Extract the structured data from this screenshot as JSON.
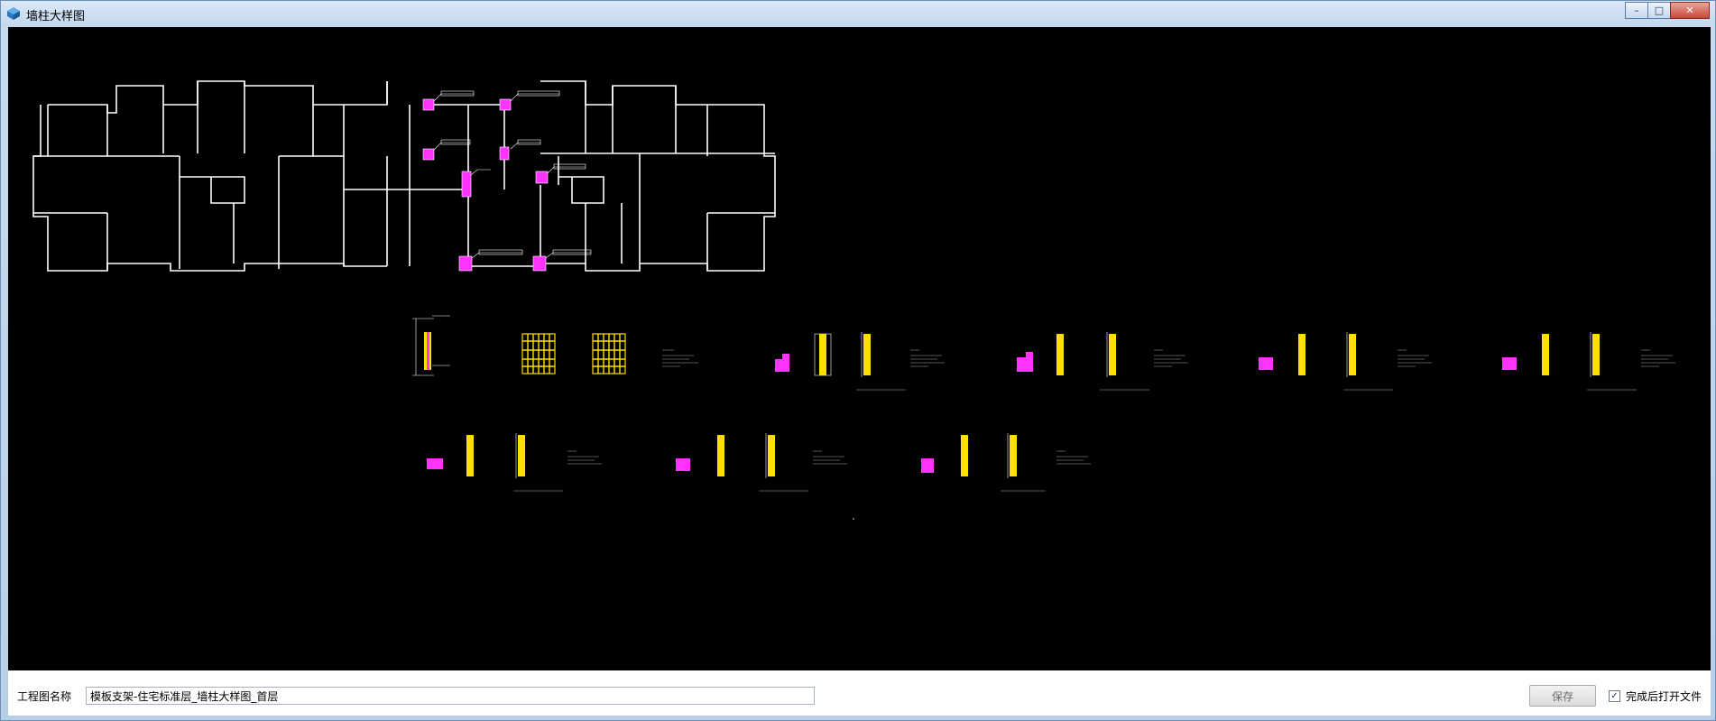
{
  "window": {
    "title": "墙柱大样图",
    "icon": "cube-app-icon"
  },
  "controls": {
    "minimize": "–",
    "maximize": "□",
    "close": "✕"
  },
  "footer": {
    "project_label": "工程图名称",
    "project_value": "模板支架-住宅标准层_墙柱大样图_首层",
    "save_label": "保存",
    "open_after_label": "完成后打开文件",
    "open_after_checked": true
  },
  "colors": {
    "canvas_bg": "#000000",
    "wall_line": "#ffffff",
    "column_highlight": "#ff33ff",
    "rebar": "#ffe000",
    "dimension": "#ff3030"
  }
}
